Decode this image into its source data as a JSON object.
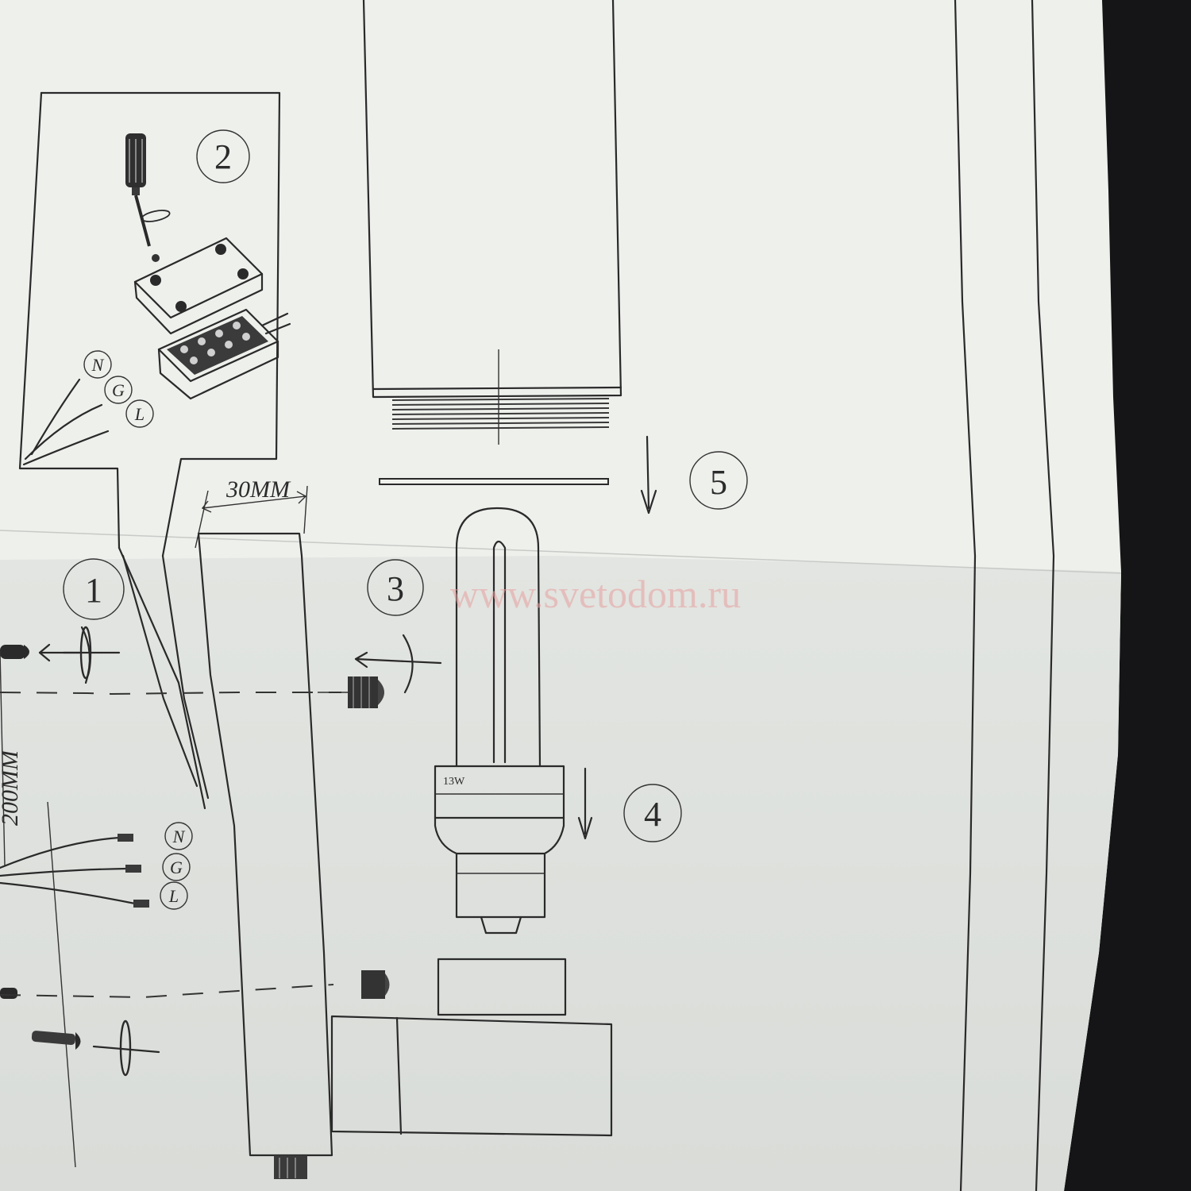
{
  "steps": {
    "s1": "1",
    "s2": "2",
    "s3": "3",
    "s4": "4",
    "s5": "5"
  },
  "dimensions": {
    "gap": "30MM",
    "vertical": "200MM"
  },
  "wires": {
    "n": "N",
    "g": "G",
    "l": "L"
  },
  "bulb": {
    "wattage": "13W"
  },
  "watermark": "www.svetodom.ru",
  "colors": {
    "paper": "#eef0ec",
    "paper_shadow": "#dfe2de",
    "ink": "#2a2a2a",
    "background": "#151517",
    "watermark": "#e6a0a0"
  }
}
